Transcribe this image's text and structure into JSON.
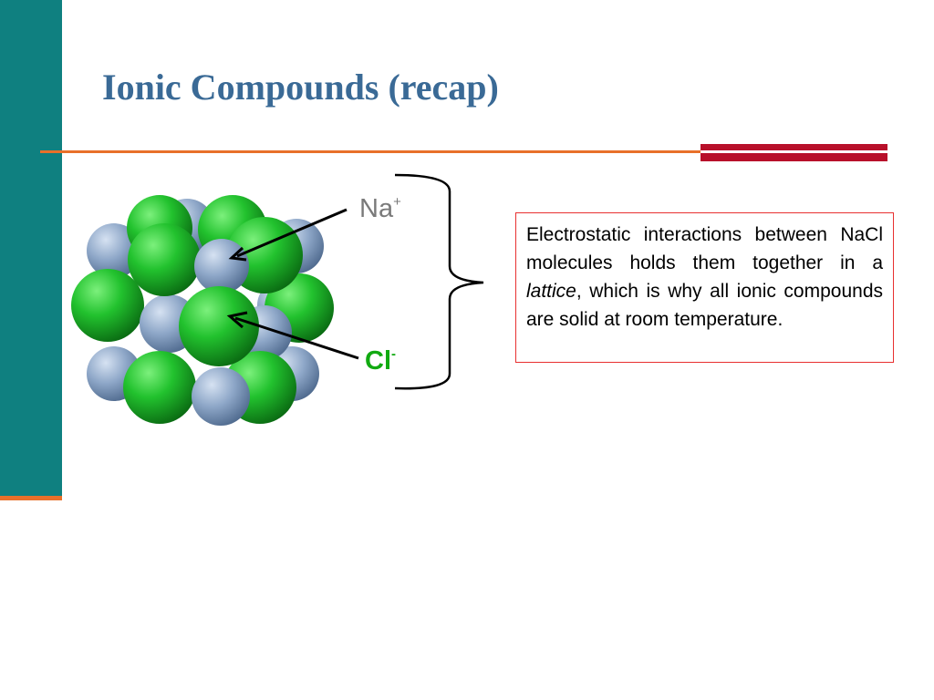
{
  "slide": {
    "title": "Ionic Compounds (recap)",
    "colors": {
      "sidebar": "#0f8080",
      "accent_orange": "#e8702a",
      "accent_red": "#b8102a",
      "title": "#3a6a96",
      "na_ion": "#8fa8c8",
      "cl_ion": "#22bb33"
    }
  },
  "labels": {
    "na_symbol": "Na",
    "na_charge": "+",
    "cl_symbol": "Cl",
    "cl_charge": "-"
  },
  "info": {
    "before_italic": "Electrostatic interactions between NaCl molecules holds them together in a ",
    "italic": "lattice",
    "after_italic": ", which is why all ionic compounds are solid at room temperature."
  },
  "icons": [
    "nacl-lattice-icon",
    "curly-brace-icon",
    "arrow-icon"
  ]
}
